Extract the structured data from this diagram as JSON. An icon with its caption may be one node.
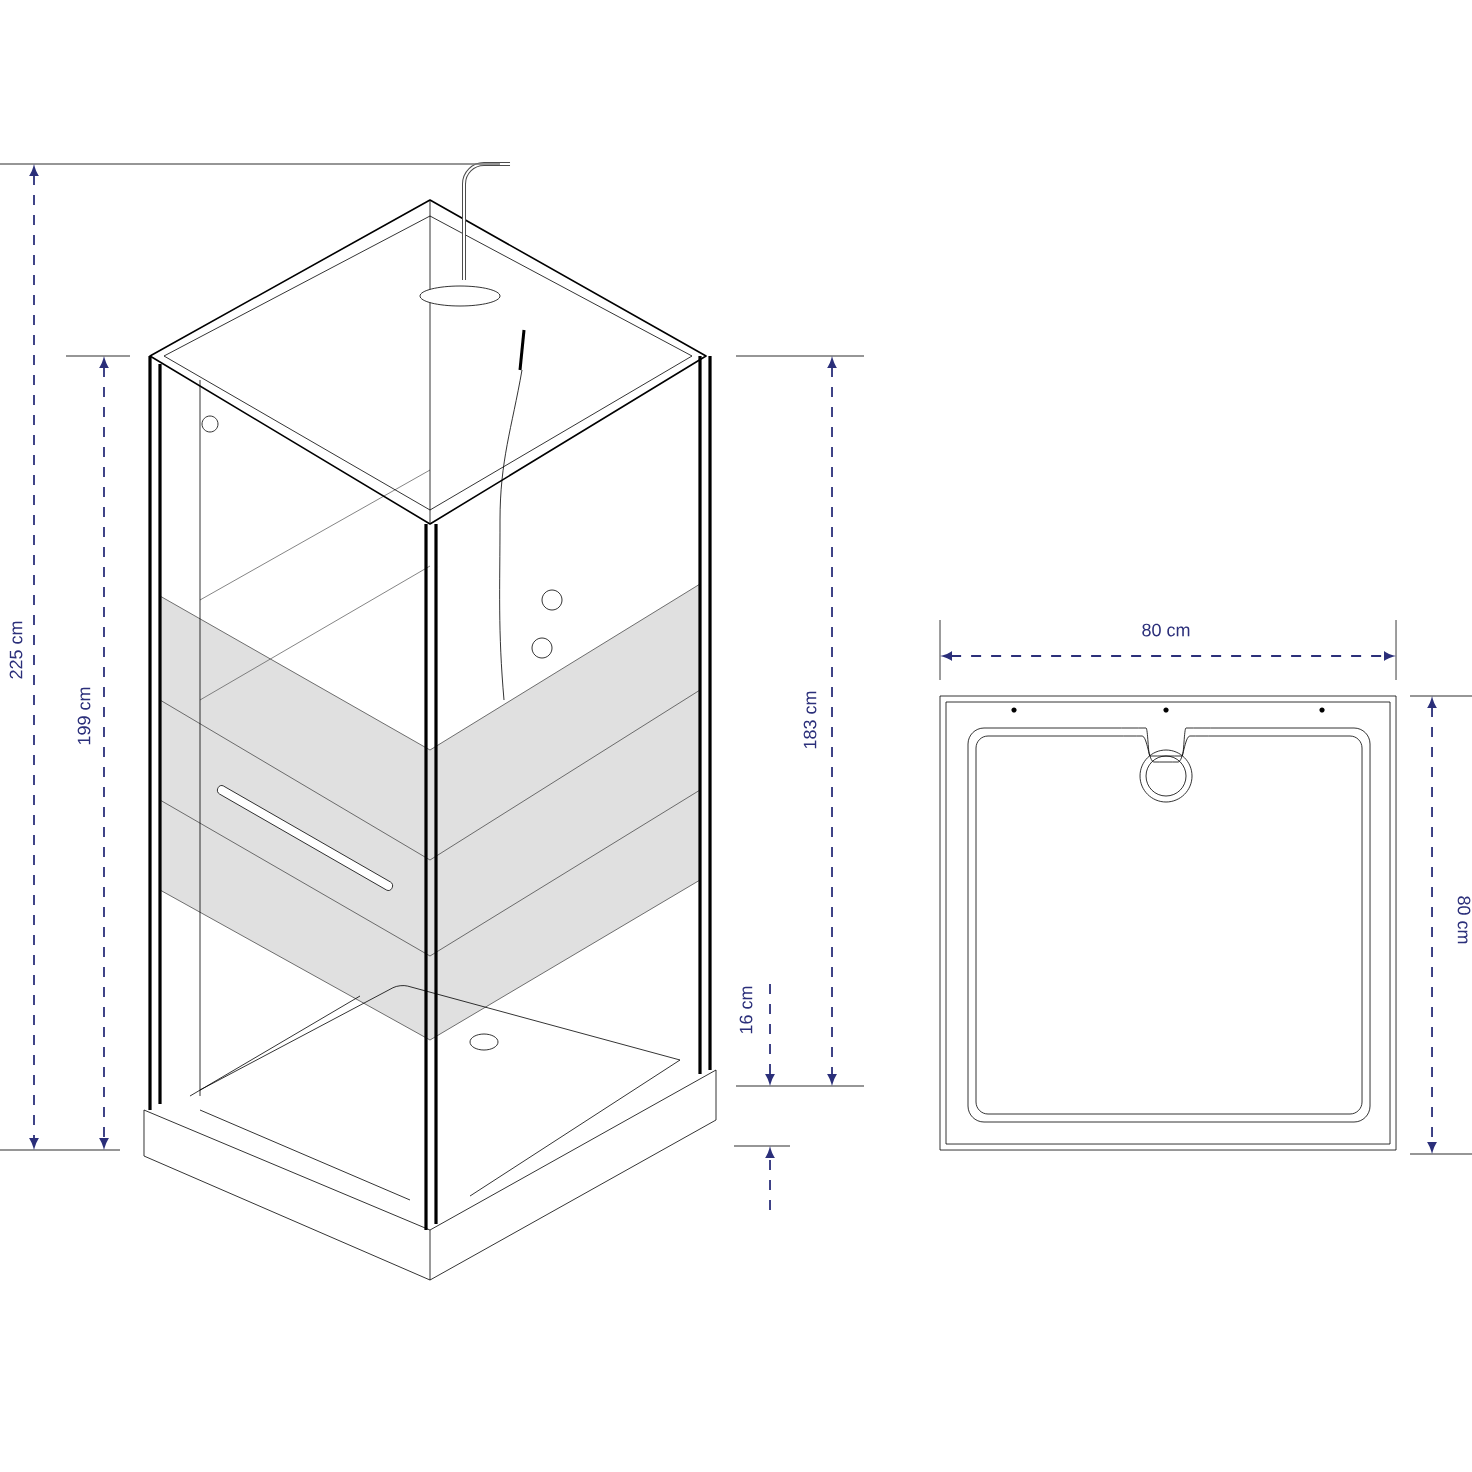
{
  "diagram": {
    "labels": [
      "225 cm",
      "199 cm",
      "183 cm",
      "80 cm",
      "80 cm",
      "16 cm"
    ]
  }
}
